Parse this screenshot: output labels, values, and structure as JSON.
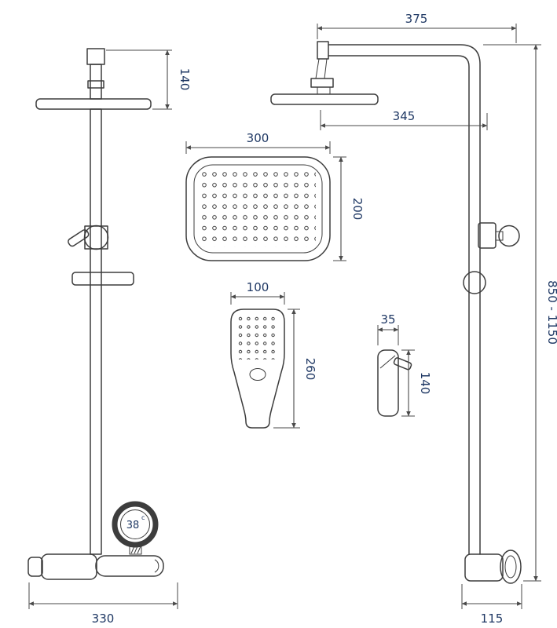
{
  "page": {
    "bg_color": "#ffffff",
    "line_color": "#3d3d3d",
    "dim_color": "#4a4a4a",
    "text_color": "#1f3864"
  },
  "dimensions": {
    "left_head_height": "140",
    "arm_reach": "375",
    "head_wall_offset": "345",
    "head_width": "300",
    "head_depth": "200",
    "handset_width": "100",
    "handset_length": "260",
    "outlet_width": "35",
    "outlet_height": "140",
    "column_height_range": "850 - 1150",
    "left_base_width": "330",
    "wall_offset": "115"
  },
  "thermostat": {
    "temperature": "38",
    "unit": "c"
  }
}
